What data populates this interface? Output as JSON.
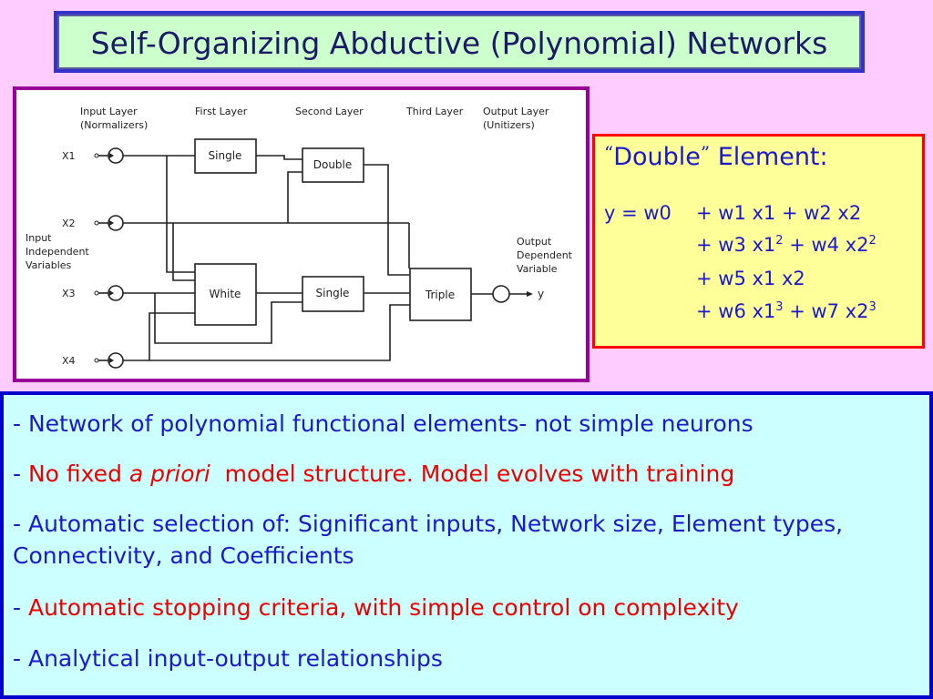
{
  "title": "Self-Organizing Abductive (Polynomial) Networks",
  "diagram": {
    "headers": {
      "input_layer": [
        "Input Layer",
        "(Normalizers)"
      ],
      "first_layer": "First Layer",
      "second_layer": "Second Layer",
      "third_layer": "Third Layer",
      "output_layer": [
        "Output Layer",
        "(Unitizers)"
      ]
    },
    "inputs": [
      "X1",
      "X2",
      "X3",
      "X4"
    ],
    "input_label": [
      "Input",
      "Independent",
      "Variables"
    ],
    "output_label": [
      "Output",
      "Dependent",
      "Variable"
    ],
    "output_var": "y",
    "elements": {
      "single1": "Single",
      "double": "Double",
      "white": "White",
      "single2": "Single",
      "triple": "Triple"
    }
  },
  "double_element": {
    "quote_open": "“",
    "word": "Double",
    "quote_close": "”",
    "rest": " Element:",
    "eq_prefix": "y = w0",
    "line1": "+ w1 x1 + w2 x2",
    "line2": {
      "a": "+ w3 x1",
      "sup_a": "2",
      "b": " + w4 x2",
      "sup_b": "2"
    },
    "line3": "+ w5 x1 x2",
    "line4": {
      "a": "+ w6 x1",
      "sup_a": "3",
      "b": " + w7 x2",
      "sup_b": "3"
    }
  },
  "bullets": {
    "b1": "- Network of polynomial functional elements- not simple neurons",
    "b2": {
      "dash": "- ",
      "pre": "No fixed ",
      "ital": "a priori",
      "post": "  model structure. Model evolves with training"
    },
    "b3": "- Automatic selection of: Significant inputs, Network size, Element types, Connectivity, and Coefficients",
    "b4": {
      "dash": "- ",
      "red": "Automatic stopping criteria, with simple control on complexity"
    },
    "b5": "- Analytical input-output relationships"
  },
  "colors": {
    "background": "#ffccff",
    "title_fill": "#ccffcc",
    "title_border": "#3333cc",
    "diagram_border": "#990099",
    "double_fill": "#ffff99",
    "double_border": "#ff0000",
    "bullets_fill": "#ccffff",
    "bullets_border": "#0000cc",
    "text_blue": "#1a1acc",
    "text_red": "#ee0000"
  }
}
